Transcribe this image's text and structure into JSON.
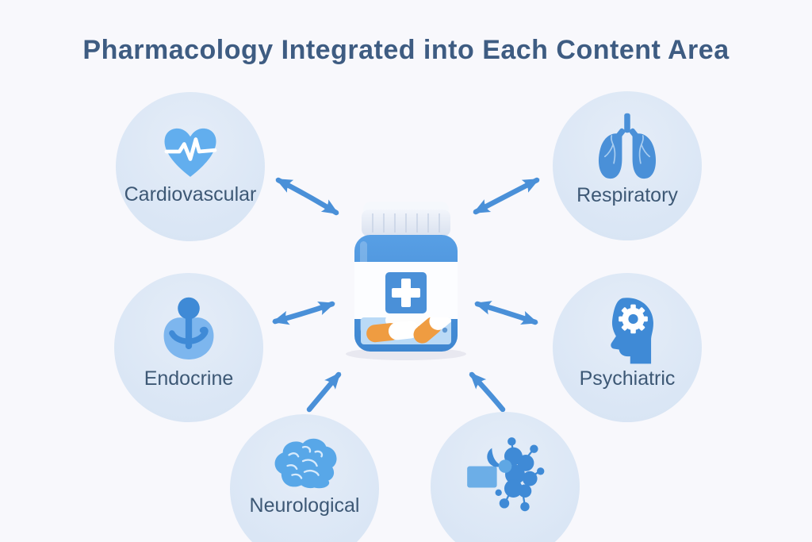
{
  "title": "Pharmacology Integrated into Each Content Area",
  "center": {
    "icon": "pill-bottle-icon",
    "symbol": "medical-cross"
  },
  "nodes": [
    {
      "label": "Cardiovascular",
      "icon": "heart-pulse-icon"
    },
    {
      "label": "Respiratory",
      "icon": "lungs-icon"
    },
    {
      "label": "Endocrine",
      "icon": "endocrine-gland-icon"
    },
    {
      "label": "Psychiatric",
      "icon": "head-gear-icon"
    },
    {
      "label": "Neurological",
      "icon": "brain-icon"
    },
    {
      "label": "",
      "icon": "molecule-icon"
    }
  ],
  "connections": [
    {
      "from": "center",
      "to": "Cardiovascular",
      "bidirectional": true
    },
    {
      "from": "center",
      "to": "Respiratory",
      "bidirectional": true
    },
    {
      "from": "center",
      "to": "Endocrine",
      "bidirectional": true
    },
    {
      "from": "center",
      "to": "Psychiatric",
      "bidirectional": true
    },
    {
      "from": "Neurological",
      "to": "center",
      "bidirectional": false
    },
    {
      "from": "molecule-node",
      "to": "center",
      "bidirectional": false
    }
  ],
  "colors": {
    "background": "#f8f8fc",
    "node_fill": "#dae6f5",
    "accent_blue": "#4a90d8",
    "light_icon_blue": "#62aeee",
    "title_text": "#3e5c82",
    "label_text": "#3d5875",
    "capsule_orange": "#ef9c41"
  }
}
